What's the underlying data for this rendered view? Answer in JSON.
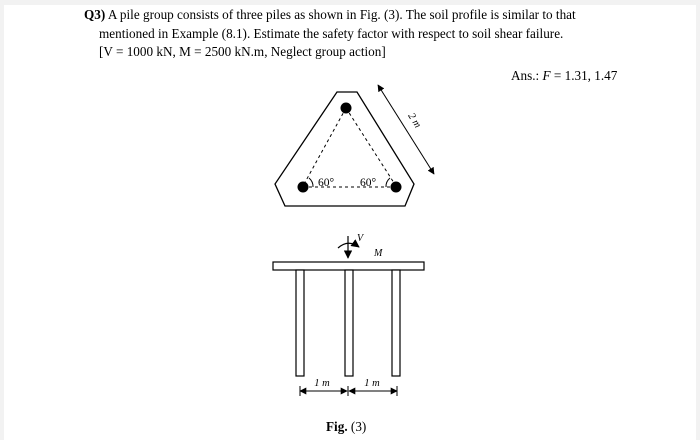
{
  "question": {
    "number": "Q3)",
    "line1": "A pile group consists of three piles as shown in Fig. (3). The soil profile is similar to that",
    "line2": "mentioned in Example (8.1). Estimate the safety factor with respect to soil shear failure.",
    "line3": "[V = 1000 kN, M = 2500 kN.m, Neglect group action]"
  },
  "answer": {
    "prefix": "Ans.: ",
    "variable": "F",
    "values": " = 1.31, 1.47"
  },
  "plan_view": {
    "angle_left": "60°",
    "angle_right": "60°",
    "side_length": "2 m"
  },
  "elevation": {
    "vertical_load": "V",
    "moment": "M",
    "spacing_left": "1 m",
    "spacing_right": "1 m"
  },
  "caption": {
    "label": "Fig.",
    "number": " (3)"
  }
}
